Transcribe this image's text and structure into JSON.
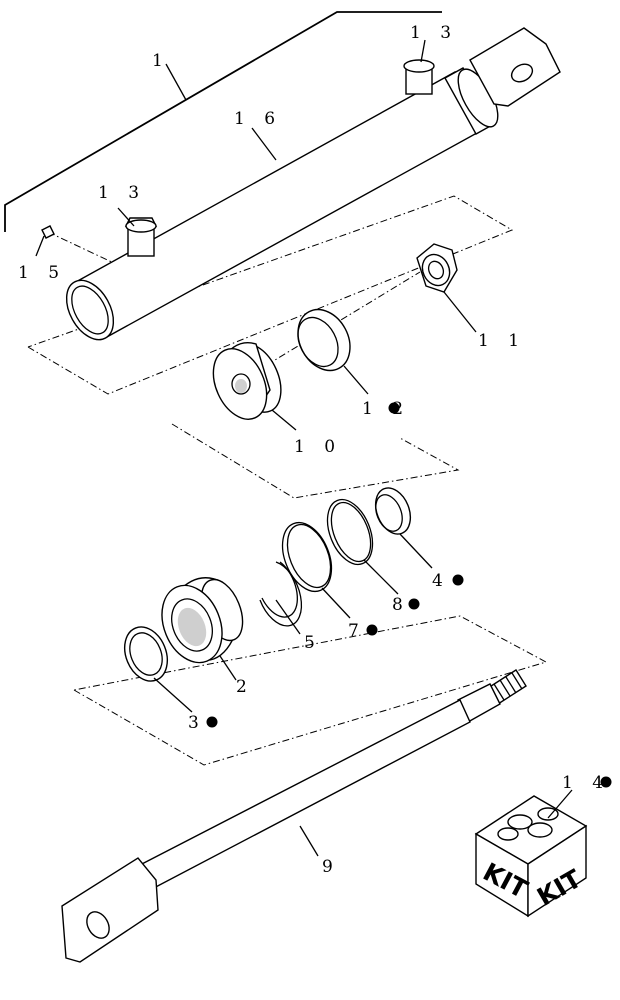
{
  "callouts": {
    "c1": "1",
    "c2": "2",
    "c3": "3",
    "c4": "4",
    "c5": "5",
    "c7": "7",
    "c8": "8",
    "c9": "9",
    "c10": "1 0",
    "c11": "1 1",
    "c12": "1 2",
    "c13a": "1 3",
    "c13b": "1 3",
    "c14": "1 4",
    "c15": "1 5",
    "c16": "1 6"
  },
  "kit_box": {
    "left_text": "KIT",
    "right_text": "KIT"
  }
}
